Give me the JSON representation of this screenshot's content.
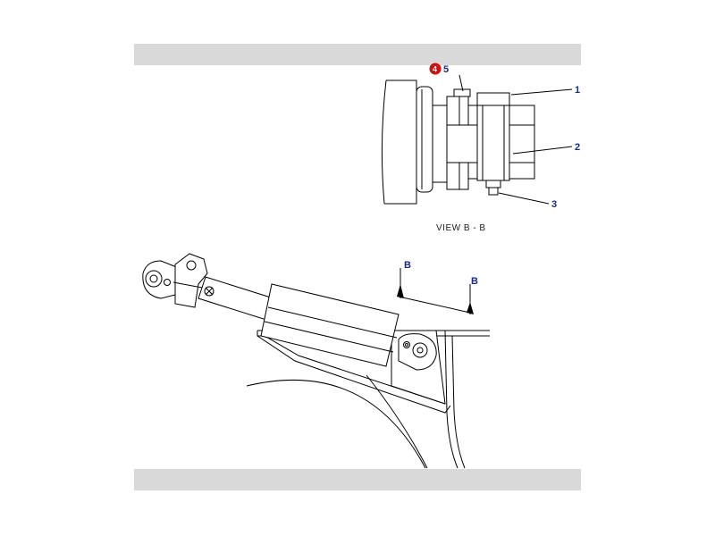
{
  "view_label": "VIEW  B - B",
  "callouts": {
    "c1": "1",
    "c2": "2",
    "c3": "3",
    "c5": "5",
    "badge": "4"
  },
  "section_markers": {
    "left": "B",
    "right": "B"
  },
  "colors": {
    "callout": "#1a2a8c",
    "badge": "#cc1111",
    "bar": "#d9d9d9"
  }
}
